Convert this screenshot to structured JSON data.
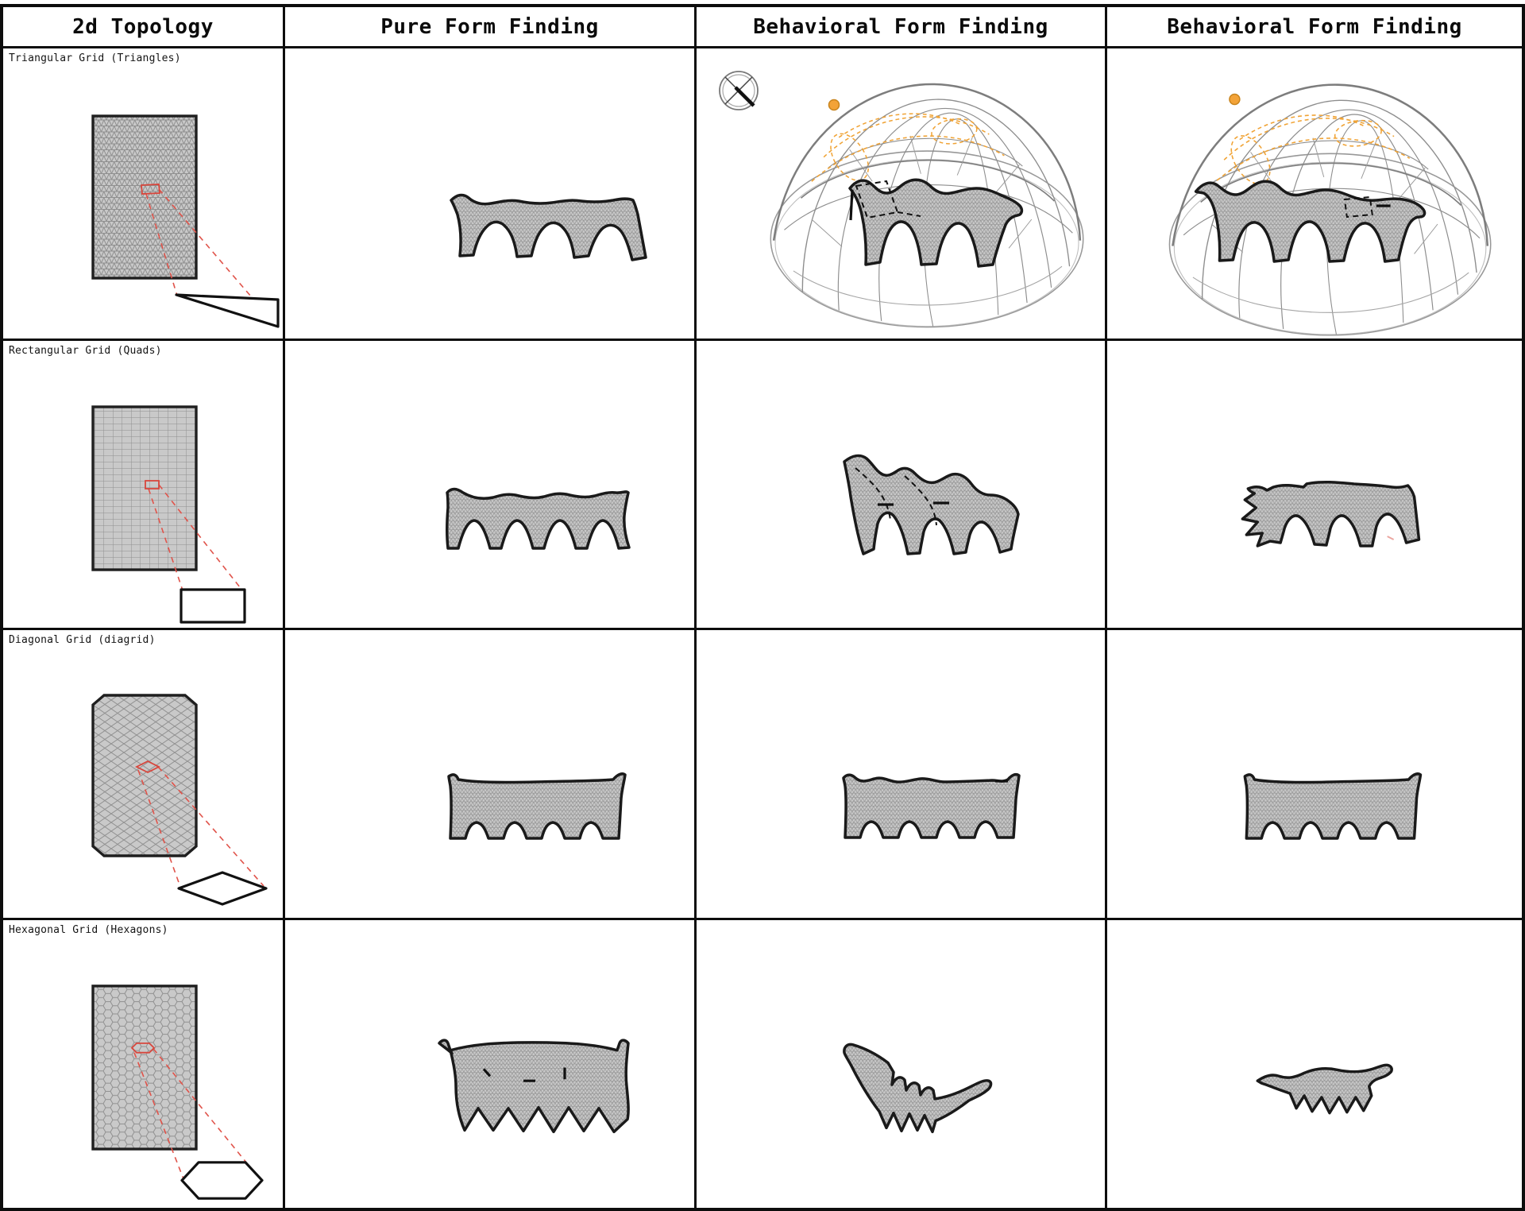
{
  "figure": {
    "columns": [
      {
        "label": "2d Topology"
      },
      {
        "label": "Pure Form Finding"
      },
      {
        "label": "Behavioral Form Finding"
      },
      {
        "label": "Behavioral Form Finding"
      }
    ],
    "rows": [
      {
        "label": "Triangular Grid (Triangles)",
        "topology": "triangular",
        "unit_shape": "triangle"
      },
      {
        "label": "Rectangular Grid (Quads)",
        "topology": "rectangular",
        "unit_shape": "rectangle"
      },
      {
        "label": "Diagonal Grid (diagrid)",
        "topology": "diagonal",
        "unit_shape": "diamond"
      },
      {
        "label": "Hexagonal Grid (Hexagons)",
        "topology": "hexagonal",
        "unit_shape": "hexagon"
      }
    ],
    "annotations": {
      "compass_icon": "north-compass-marker",
      "sun_marker": "sun-position-dot",
      "sun_path": "dashed-sun-path-arcs",
      "zoom_callout": "red-dashed-cell-zoom"
    },
    "colors": {
      "background": "#ffffff",
      "border": "#0d0d0d",
      "mesh_fill": "#c9c9c9",
      "mesh_line": "#909090",
      "outline": "#1a1a1a",
      "callout_red": "#e0534a",
      "sun_orange": "#f0a335",
      "dome_wire": "#8a8a8a"
    }
  }
}
